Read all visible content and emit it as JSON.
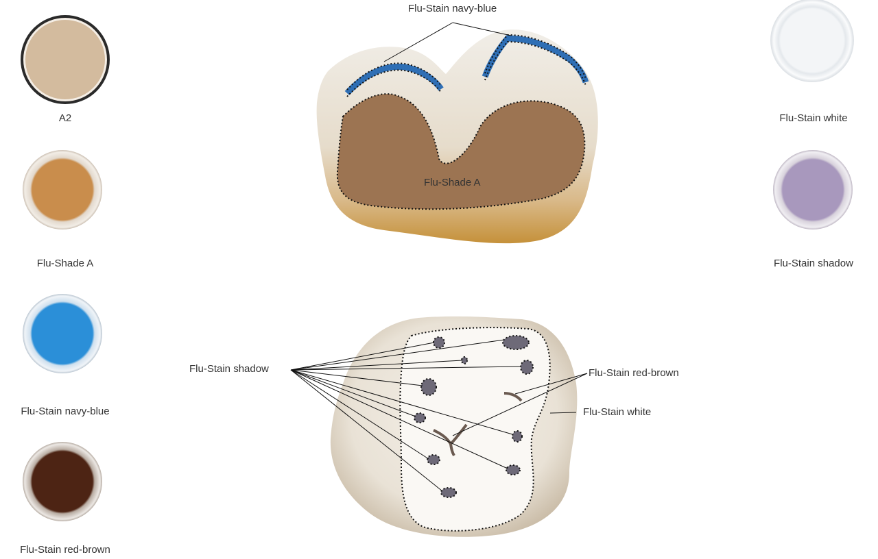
{
  "swatches_left": [
    {
      "label": "A2",
      "color": "#d3bb9e",
      "kind": "flat"
    },
    {
      "label": "Flu-Shade A",
      "color": "#c98d4c",
      "kind": "jar"
    },
    {
      "label": "Flu-Stain navy-blue",
      "color": "#2b8fd8",
      "kind": "jar"
    },
    {
      "label": "Flu-Stain red-brown",
      "color": "#4d2414",
      "kind": "jar"
    }
  ],
  "swatches_right": [
    {
      "label": "Flu-Stain white",
      "color": "#f3f5f7",
      "kind": "jar"
    },
    {
      "label": "Flu-Stain shadow",
      "color": "#a898bd",
      "kind": "jar"
    }
  ],
  "tooth_side": {
    "top_label": "Flu-Stain navy-blue",
    "center_label": "Flu-Shade A",
    "blue_color": "#2f6fb5",
    "shade_color": "#9c7452"
  },
  "tooth_occlusal": {
    "shadow_label": "Flu-Stain shadow",
    "red_brown_label": "Flu-Stain red-brown",
    "white_label": "Flu-Stain white",
    "shadow_color": "#6e6a78",
    "fissure_color": "#6a5a50"
  }
}
